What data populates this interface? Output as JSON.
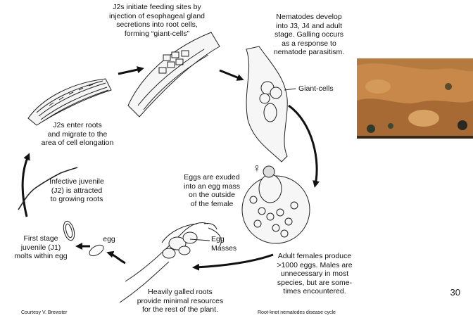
{
  "diagram": {
    "labels": {
      "j2_initiate": "J2s initiate feeding sites by\ninjection of esophageal gland\nsecretions into root cells,\nforming “giant-cells”",
      "nematodes_develop": "Nematodes develop\ninto J3, J4 and adult\nstage. Galling occurs\nas a response to\nnematode parasitism.",
      "giant_cells": "Giant-cells",
      "j2_enter": "J2s enter roots\nand migrate to the\narea of cell elongation",
      "infective_juvenile": "Infective juvenile\n(J2) is attracted\nto growing roots",
      "eggs_exuded": "Eggs are exuded\ninto an egg mass\non the outside\nof the female",
      "first_stage": "First stage\njuvenile (J1)\nmolts within egg",
      "egg": "egg",
      "egg_masses": "Egg\nMasses",
      "adult_females": "Adult females produce\n>1000 eggs. Males are\nunnecessary in most\nspecies, but are some-\ntimes encountered.",
      "heavily_galled": "Heavily galled roots\nprovide minimal resources\nfor the rest of the plant.",
      "female_symbol": "♀"
    },
    "footer": {
      "credit": "Courtesy V. Brewster",
      "caption": "Root-knot nematodes disease cycle"
    },
    "page_number": "30",
    "colors": {
      "ink": "#111111",
      "photo_root": "#c8884a",
      "photo_dark": "#3a2a1a"
    }
  }
}
